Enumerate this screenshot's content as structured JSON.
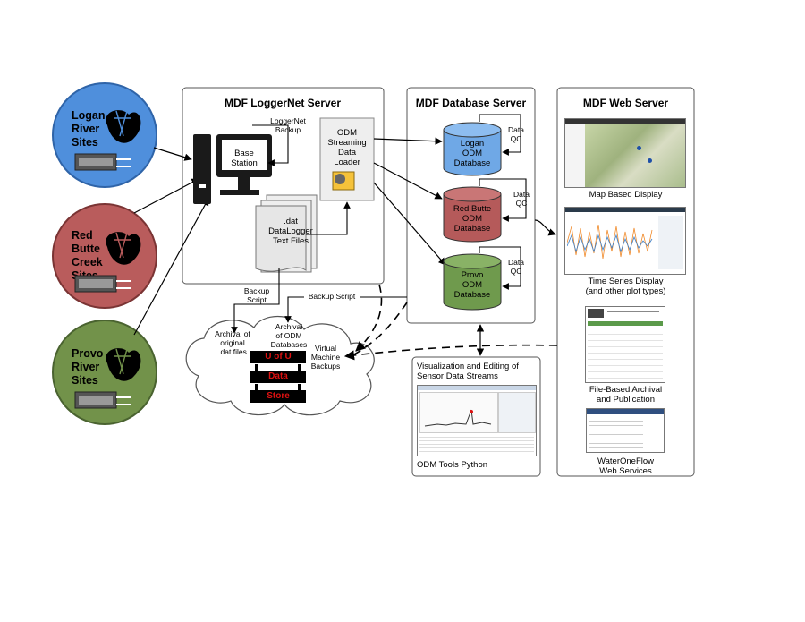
{
  "sites": [
    {
      "name": "Logan River Sites",
      "color": "#3b7fcf",
      "fill": "#4f8fdc"
    },
    {
      "name": "Red Butte Creek Sites",
      "color": "#a84e4e",
      "fill": "#b95c5c"
    },
    {
      "name": "Provo River Sites",
      "color": "#5f7d3c",
      "fill": "#72924a"
    }
  ],
  "logger_server": {
    "title": "MDF LoggerNet Server",
    "base_station": "Base\nStation",
    "loggernet_backup": "LoggerNet\nBackup",
    "streaming_loader": "ODM\nStreaming\nData\nLoader",
    "dat_files": ".dat\nDataLogger\nText Files"
  },
  "db_server": {
    "title": "MDF Database Server",
    "databases": [
      {
        "name": "Logan\nODM\nDatabase",
        "color": "#6fa8e6"
      },
      {
        "name": "Red Butte\nODM\nDatabase",
        "color": "#b55a5a"
      },
      {
        "name": "Provo\nODM\nDatabase",
        "color": "#6f9a4d"
      }
    ],
    "qc_label": "Data\nQC"
  },
  "visualization": {
    "title": "Visualization and Editing of\nSensor Data Streams",
    "caption": "ODM Tools Python"
  },
  "web_server": {
    "title": "MDF Web Server",
    "items": [
      {
        "caption": "Map Based Display"
      },
      {
        "caption": "Time Series Display\n(and other plot types)"
      },
      {
        "caption": "File-Based Archival\nand Publication"
      },
      {
        "caption": "WaterOneFlow\nWeb Services"
      }
    ]
  },
  "cloud": {
    "backup_script_1": "Backup\nScript",
    "backup_script_2": "Backup Script",
    "archival_dat": "Archival of\noriginal\n.dat files",
    "archival_odm": "Archival\nof ODM\nDatabases",
    "vm_backups": "Virtual\nMachine\nBackups",
    "store_rows": [
      "U of U",
      "Data",
      "Store"
    ]
  },
  "colors": {
    "line": "#000000",
    "panel_border": "#555555",
    "store_text": "#dd1111"
  }
}
